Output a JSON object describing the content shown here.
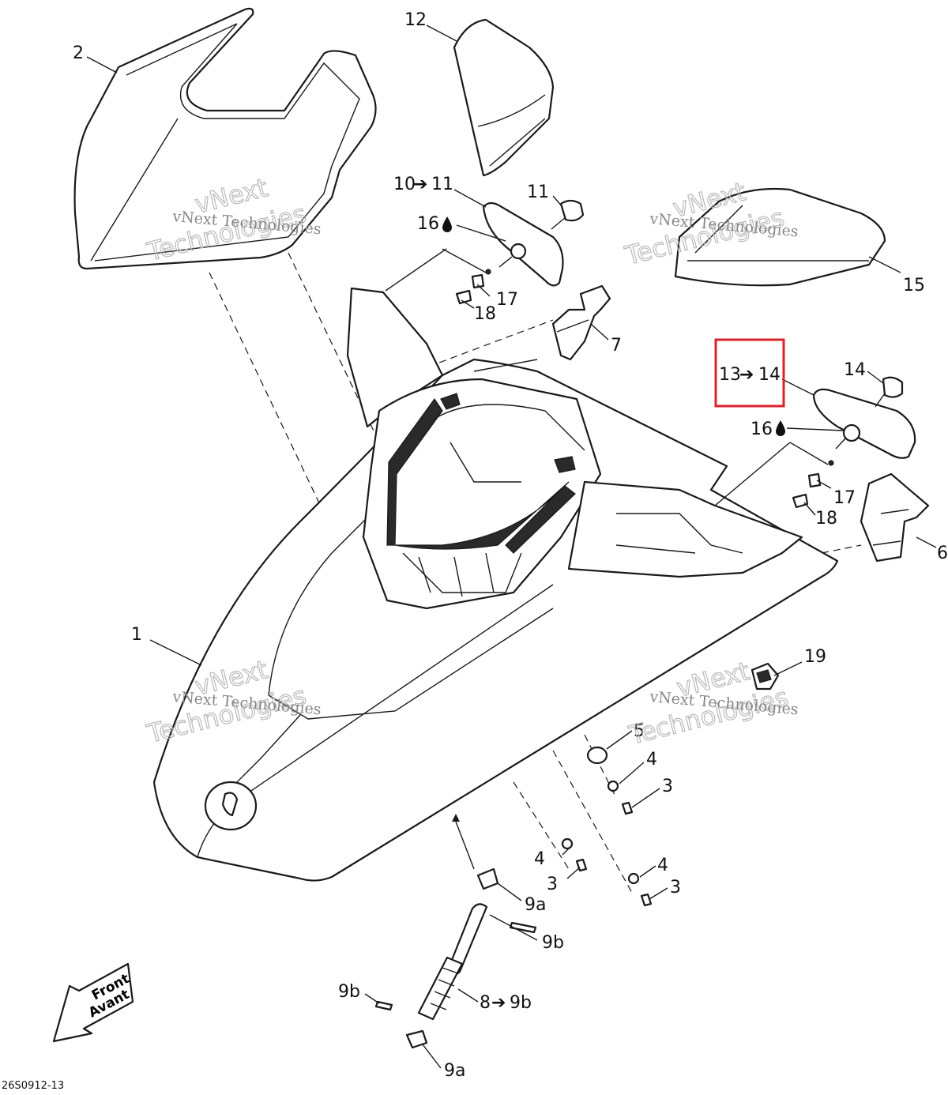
{
  "diagram": {
    "drawing_code": "26S0912-13",
    "watermark": {
      "line1": "vNext",
      "line2": "Technologies",
      "full": "vNext Technologies"
    },
    "front_arrow": {
      "line1": "Front",
      "line2": "Avant"
    },
    "highlight_color": "#d9232d",
    "callouts": {
      "c1": "1",
      "c2": "2",
      "c3a": "3",
      "c3b": "3",
      "c3c": "3",
      "c4a": "4",
      "c4b": "4",
      "c4c": "4",
      "c5": "5",
      "c6": "6",
      "c7": "7",
      "c8": "8",
      "c8to": "9b",
      "c9a_top": "9a",
      "c9a_bot": "9a",
      "c9b_right": "9b",
      "c9b_left": "9b",
      "c10": "10",
      "c10to": "11",
      "c11": "11",
      "c12": "12",
      "c13": "13",
      "c13to": "14",
      "c14": "14",
      "c15": "15",
      "c16a": "16",
      "c16b": "16",
      "c17a": "17",
      "c17b": "17",
      "c18a": "18",
      "c18b": "18",
      "c19": "19"
    }
  }
}
